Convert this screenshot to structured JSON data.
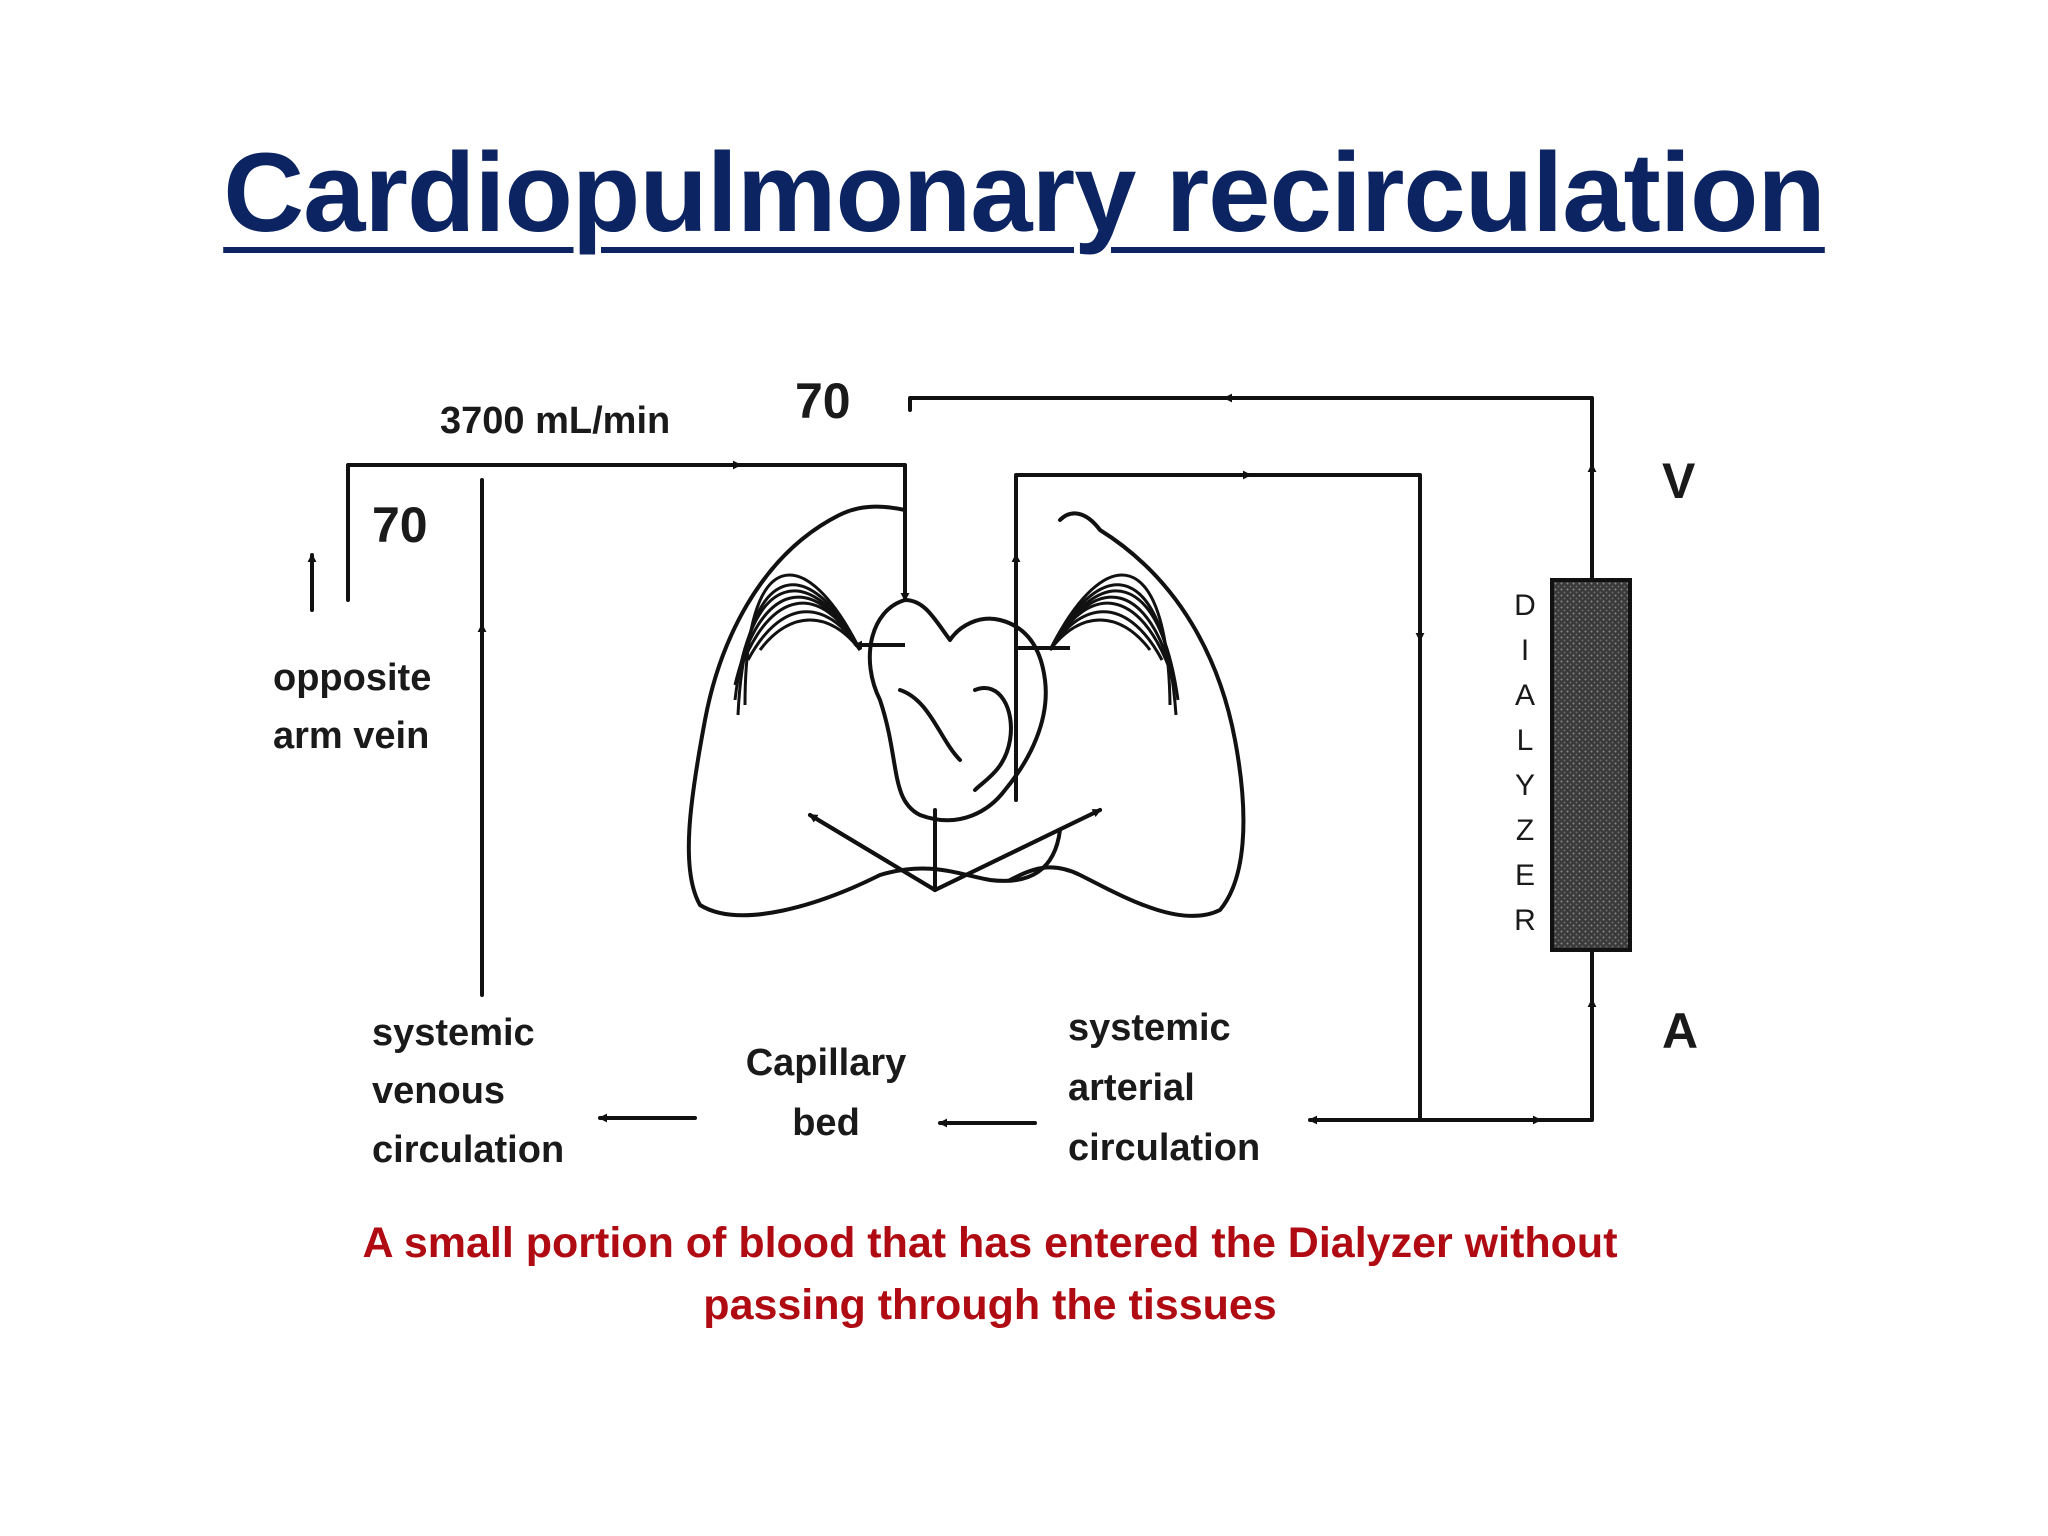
{
  "slide": {
    "title": "Cardiopulmonary recirculation",
    "caption": "A small portion of blood that has entered the Dialyzer without passing through the tissues"
  },
  "diagram": {
    "flow_label": "3700 mL/min",
    "value_top": "70",
    "value_left": "70",
    "opposite_arm_line1": "opposite",
    "opposite_arm_line2": "arm vein",
    "venous_line1": "systemic",
    "venous_line2": "venous",
    "venous_line3": "circulation",
    "capillary_line1": "Capillary",
    "capillary_line2": "bed",
    "arterial_line1": "systemic",
    "arterial_line2": "arterial",
    "arterial_line3": "circulation",
    "dialyzer_letters": [
      "D",
      "I",
      "A",
      "L",
      "Y",
      "Z",
      "E",
      "R"
    ],
    "venous_port": "V",
    "arterial_port": "A"
  }
}
